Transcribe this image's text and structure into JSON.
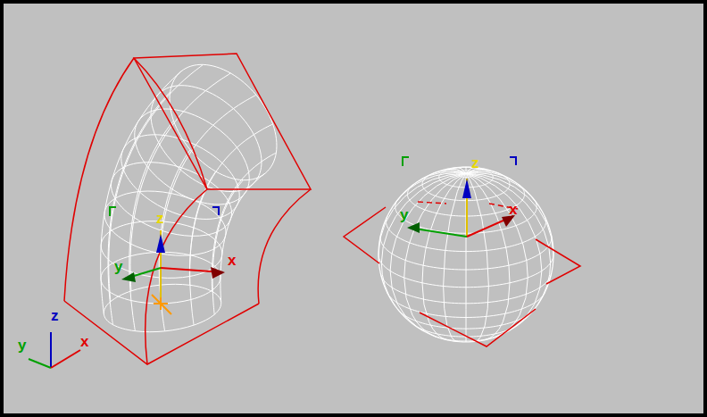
{
  "diagram": {
    "labels": [
      "z",
      "y",
      "x",
      "z",
      "y",
      "x",
      "z",
      "y",
      "x"
    ]
  }
}
